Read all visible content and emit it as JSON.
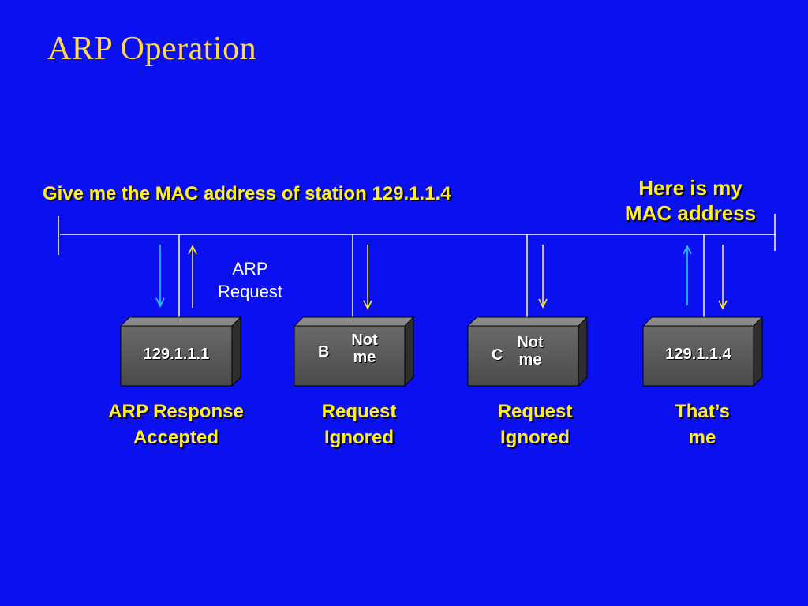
{
  "title": "ARP Operation",
  "request_text": "Give me the MAC address of station 129.1.1.4",
  "reply_text": [
    "Here is my",
    "MAC address"
  ],
  "arp_request_label": [
    "ARP",
    "Request"
  ],
  "stations": [
    {
      "id": "a",
      "label": "129.1.1.1",
      "note": [],
      "outcome": [
        "ARP Response",
        "Accepted"
      ]
    },
    {
      "id": "b",
      "label": "B",
      "note": [
        "Not",
        "me"
      ],
      "outcome": [
        "Request",
        "Ignored"
      ]
    },
    {
      "id": "c",
      "label": "C",
      "note": [
        "Not",
        "me"
      ],
      "outcome": [
        "Request",
        "Ignored"
      ]
    },
    {
      "id": "d",
      "label": "129.1.1.4",
      "note": [],
      "outcome": [
        "That’s",
        "me"
      ]
    }
  ],
  "colors": {
    "background": "#0a10f0",
    "title": "#ffd84a",
    "emphasis_text": "#ffee22",
    "arrow_yellow": "#ffee22",
    "arrow_cyan": "#22ccff",
    "bus_line": "#ffffff",
    "box_face": "#5a5a5a",
    "box_top": "#8a8a8a",
    "box_side": "#2e2e2e"
  }
}
